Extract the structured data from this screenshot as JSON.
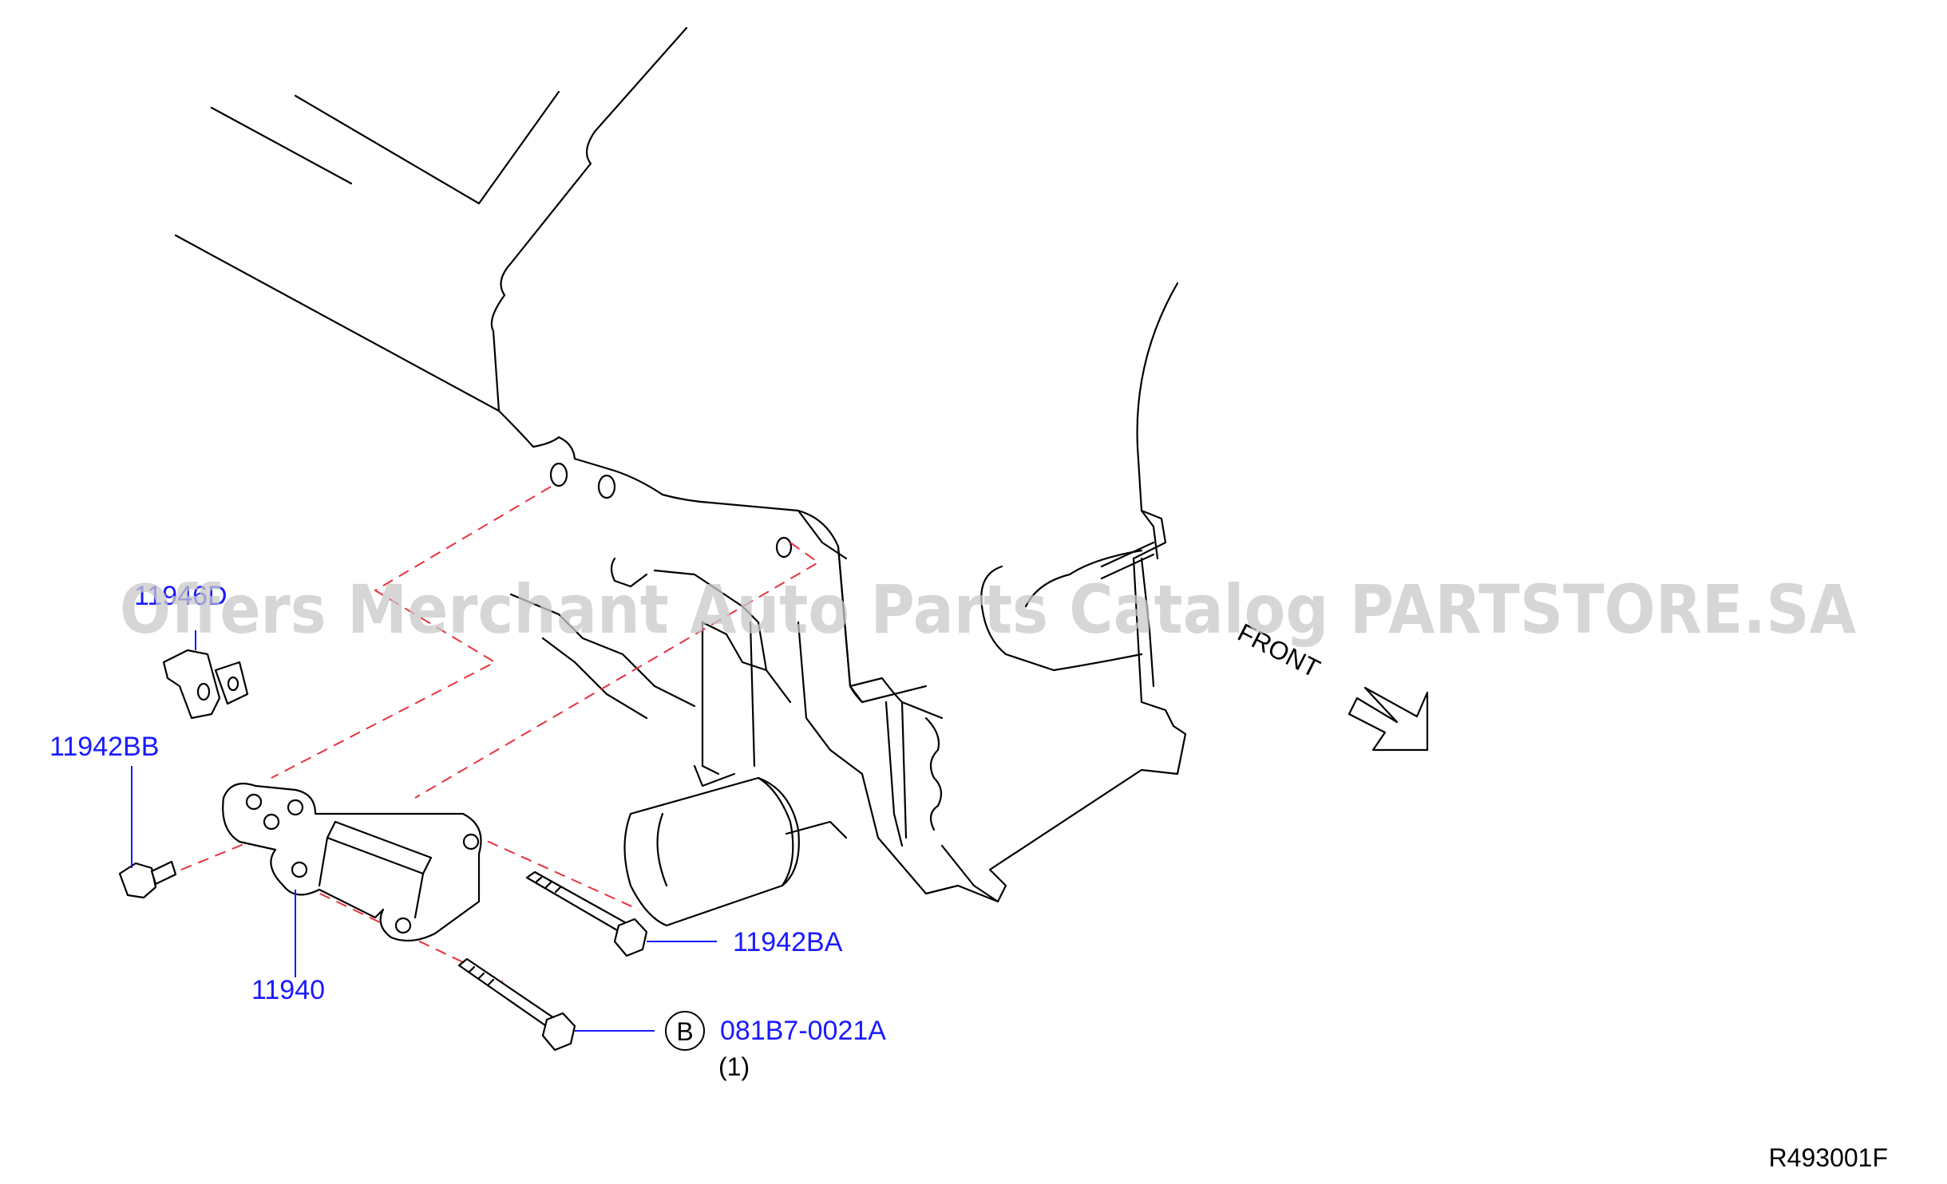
{
  "diagram": {
    "watermark": "Offers Merchant Auto Parts Catalog PARTSTORE.SA",
    "front_label": "FRONT",
    "reference_code": "R493001F",
    "colors": {
      "part_number": "#1a1aff",
      "dashed_line": "#e8323c",
      "line": "#000000"
    },
    "parts": [
      {
        "id": "bracket-spacer",
        "number": "11946D"
      },
      {
        "id": "bolt-bb",
        "number": "11942BB"
      },
      {
        "id": "bracket-main",
        "number": "11940"
      },
      {
        "id": "bolt-ba",
        "number": "11942BA"
      },
      {
        "id": "bolt-b",
        "number": "081B7-0021A",
        "callout": "B",
        "quantity": "(1)"
      }
    ]
  }
}
